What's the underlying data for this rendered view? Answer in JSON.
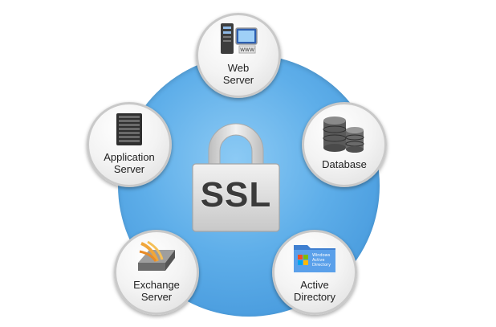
{
  "center": {
    "label": "SSL"
  },
  "nodes": {
    "web": {
      "label": "Web\nServer",
      "icon": "web-server-icon",
      "icon_text": "WWW"
    },
    "app": {
      "label": "Application\nServer",
      "icon": "server-rack-icon"
    },
    "db": {
      "label": "Database",
      "icon": "database-icon"
    },
    "exchange": {
      "label": "Exchange\nServer",
      "icon": "exchange-server-icon"
    },
    "ad": {
      "label": "Active\nDirectory",
      "icon": "folder-icon",
      "icon_text": [
        "Windows",
        "Active",
        "Directory"
      ]
    }
  },
  "colors": {
    "circle": "#5eaee9",
    "node_fill": "#f3f3f3",
    "lock": "#d9d9d9"
  }
}
